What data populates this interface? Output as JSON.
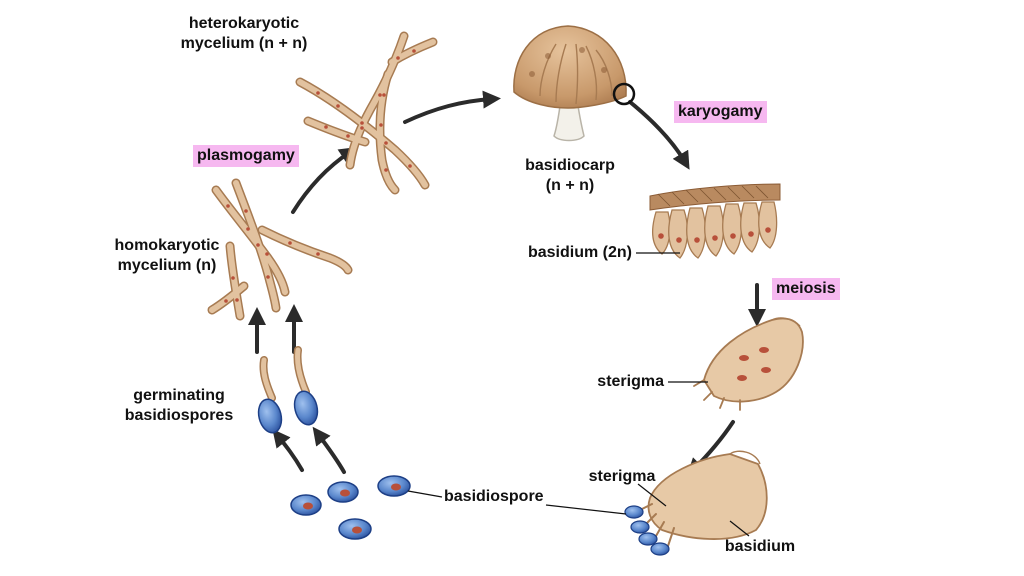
{
  "colors": {
    "highlight": "#f6b8f0",
    "hypha_fill": "#e2c29f",
    "hypha_stroke": "#a77b52",
    "nucleus": "#b8503a",
    "spore_fill": "#5f8fd2",
    "spore_stroke": "#1d3f86",
    "cap_fill": "#c99a6e",
    "stipe_fill": "#f3f1ea",
    "arrow": "#2b2b2b",
    "text": "#111111"
  },
  "labels": {
    "heterokaryotic_mycelium": [
      "heterokaryotic",
      "mycelium (n + n)"
    ],
    "plasmogamy": "plasmogamy",
    "homokaryotic_mycelium": [
      "homokaryotic",
      "mycelium (n)"
    ],
    "germinating_basidiospores": [
      "germinating",
      "basidiospores"
    ],
    "basidiocarp": [
      "basidiocarp",
      "(n + n)"
    ],
    "karyogamy": "karyogamy",
    "basidium_2n": "basidium (2n)",
    "meiosis": "meiosis",
    "sterigma_middle": "sterigma",
    "sterigma_bottom": "sterigma",
    "basidiospore": "basidiospore",
    "basidium": "basidium"
  },
  "icons": [
    "mushroom-icon",
    "hypha-icon",
    "spore-icon",
    "basidium-icon",
    "cycle-arrow-icon"
  ]
}
